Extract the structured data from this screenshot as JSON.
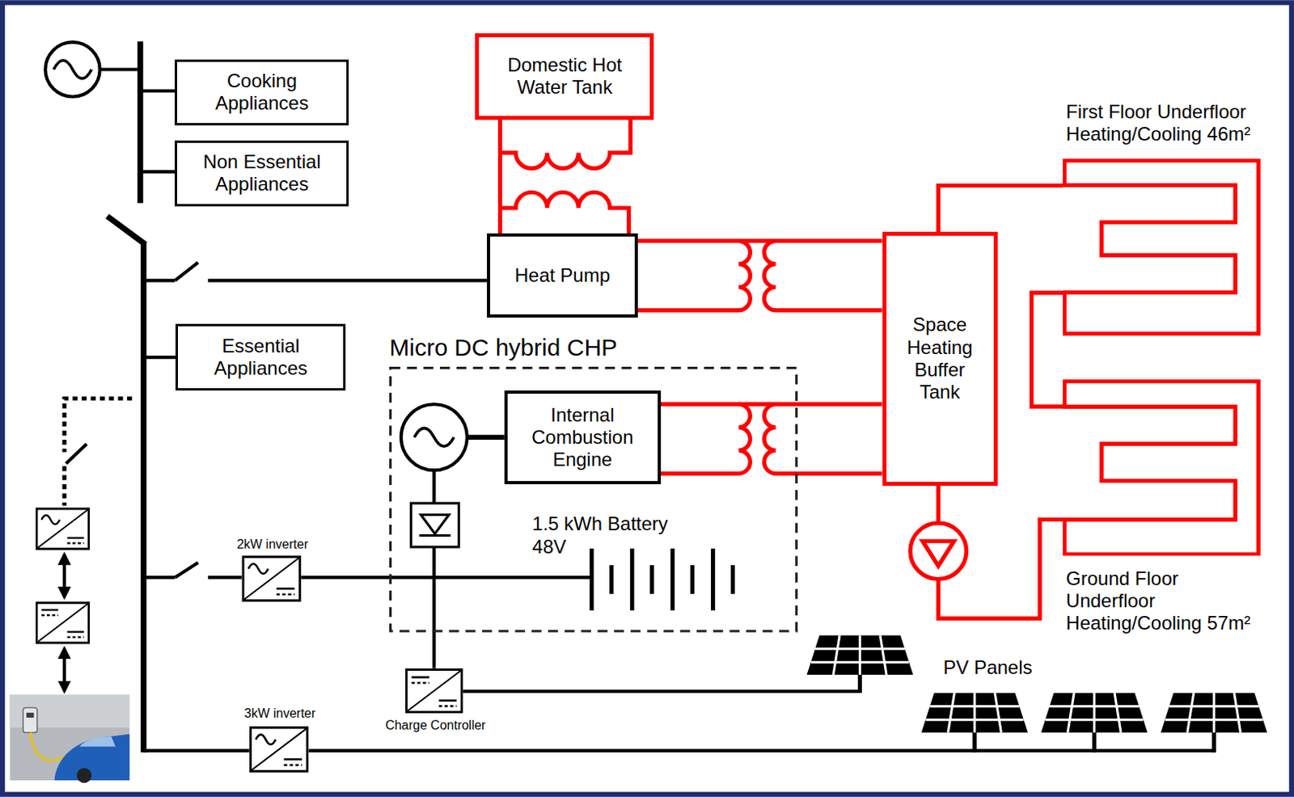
{
  "diagram": {
    "nodes": [
      {
        "text": [
          "Cooking Appliances"
        ]
      },
      {
        "text": [
          "Non Essential Appliances"
        ]
      },
      {
        "text": [
          "Domestic Hot Water Tank"
        ]
      },
      {
        "text": [
          "Heat Pump"
        ]
      },
      {
        "text": [
          "Essential Appliances"
        ]
      },
      {
        "text": [
          "Micro DC hybrid CHP"
        ]
      },
      {
        "text": [
          "Internal Combustion Engine"
        ],
        "in": 5
      },
      {
        "text": [
          "Space Heating Buffer Tank"
        ]
      },
      {
        "text": [
          "First Floor Underfloor Heating/Cooling 46m²"
        ]
      },
      {
        "text": [
          "Ground Floor Underfloor Heating/Cooling 57m²"
        ]
      }
    ],
    "edges": [
      {
        "from": 3,
        "to": 2,
        "arrow": "none"
      },
      {
        "from": 3,
        "to": 7,
        "arrow": "none"
      },
      {
        "from": 6,
        "to": 7,
        "arrow": "none"
      },
      {
        "from": 7,
        "to": 8,
        "arrow": "none"
      },
      {
        "from": 8,
        "to": 9,
        "arrow": "none"
      },
      {
        "from": 9,
        "to": 7,
        "arrow": "none"
      }
    ],
    "labels": [
      "1.5 kWh Battery",
      "48V",
      "2kW inverter",
      "3kW inverter",
      "Charge Controller",
      "PV Panels"
    ]
  }
}
